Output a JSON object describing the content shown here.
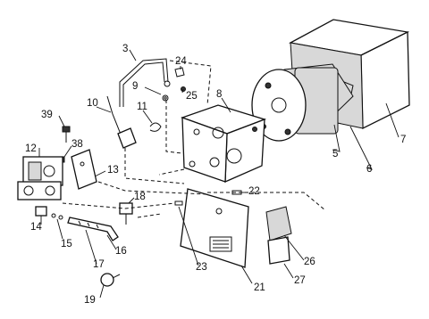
{
  "diagram": {
    "labels": [
      "3",
      "24",
      "9",
      "25",
      "8",
      "10",
      "11",
      "39",
      "38",
      "12",
      "13",
      "18",
      "22",
      "14",
      "15",
      "16",
      "17",
      "23",
      "21",
      "26",
      "27",
      "19",
      "5",
      "6",
      "7"
    ]
  }
}
